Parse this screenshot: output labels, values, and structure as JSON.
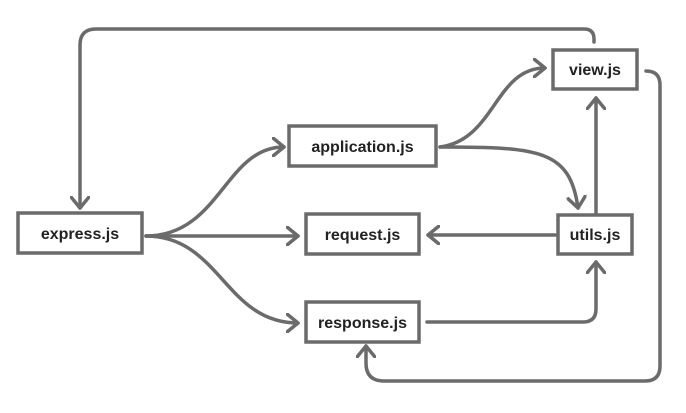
{
  "diagram": {
    "style": {
      "line_color": "#6b6b6b",
      "text_color": "#222222",
      "background": "#ffffff"
    },
    "nodes": {
      "express": {
        "label": "express.js"
      },
      "application": {
        "label": "application.js"
      },
      "request": {
        "label": "request.js"
      },
      "response": {
        "label": "response.js"
      },
      "view": {
        "label": "view.js"
      },
      "utils": {
        "label": "utils.js"
      }
    },
    "edges": [
      {
        "from": "express.js",
        "to": "application.js"
      },
      {
        "from": "express.js",
        "to": "request.js"
      },
      {
        "from": "express.js",
        "to": "response.js"
      },
      {
        "from": "application.js",
        "to": "view.js"
      },
      {
        "from": "application.js",
        "to": "utils.js"
      },
      {
        "from": "utils.js",
        "to": "view.js"
      },
      {
        "from": "utils.js",
        "to": "request.js"
      },
      {
        "from": "response.js",
        "to": "utils.js"
      },
      {
        "from": "view.js",
        "to": "express.js"
      },
      {
        "from": "view.js",
        "to": "response.js"
      }
    ]
  }
}
